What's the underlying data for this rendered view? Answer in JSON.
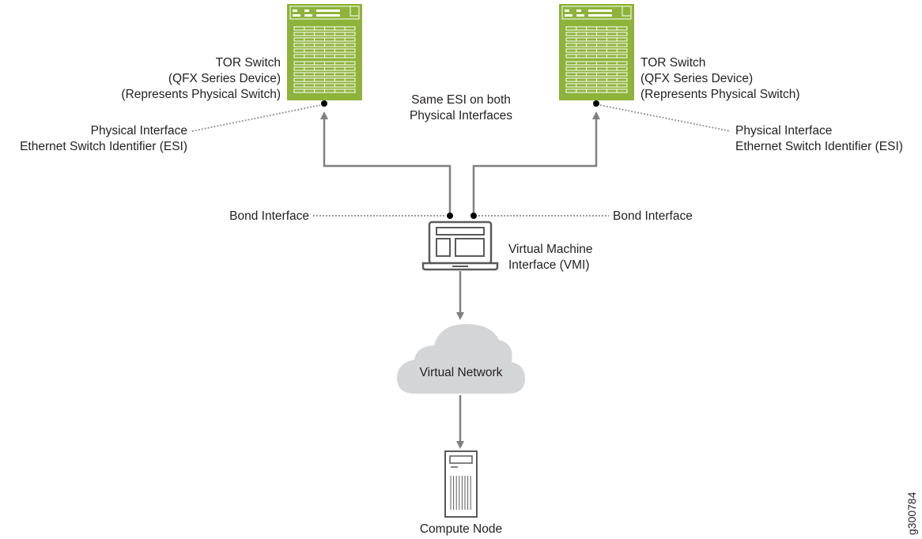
{
  "diagram": {
    "left_switch": {
      "line1": "TOR Switch",
      "line2": "(QFX Series Device)",
      "line3": "(Represents Physical Switch)",
      "icon": "network-switch-icon"
    },
    "right_switch": {
      "line1": "TOR Switch",
      "line2": "(QFX Series Device)",
      "line3": "(Represents Physical Switch)",
      "icon": "network-switch-icon"
    },
    "esi_note": {
      "line1": "Same ESI on both",
      "line2": "Physical Interfaces"
    },
    "left_physical": {
      "line1": "Physical Interface",
      "line2": "Ethernet Switch Identifier (ESI)"
    },
    "right_physical": {
      "line1": "Physical Interface",
      "line2": "Ethernet Switch Identifier (ESI)"
    },
    "bond_left": "Bond Interface",
    "bond_right": "Bond Interface",
    "vmi": {
      "line1": "Virtual Machine",
      "line2": "Interface (VMI)",
      "icon": "laptop-icon"
    },
    "virtual_network": {
      "label": "Virtual Network",
      "icon": "cloud-icon"
    },
    "compute_node": {
      "label": "Compute Node",
      "icon": "server-tower-icon"
    },
    "figure_id": "g300784",
    "colors": {
      "switch_green": "#8db33a",
      "switch_dark": "#5f7f1e",
      "line_gray": "#808080",
      "dotted_gray": "#9a9a9a",
      "cloud_gray": "#d4d5d7",
      "device_dark": "#5a5a5a",
      "dot_black": "#000000"
    }
  }
}
